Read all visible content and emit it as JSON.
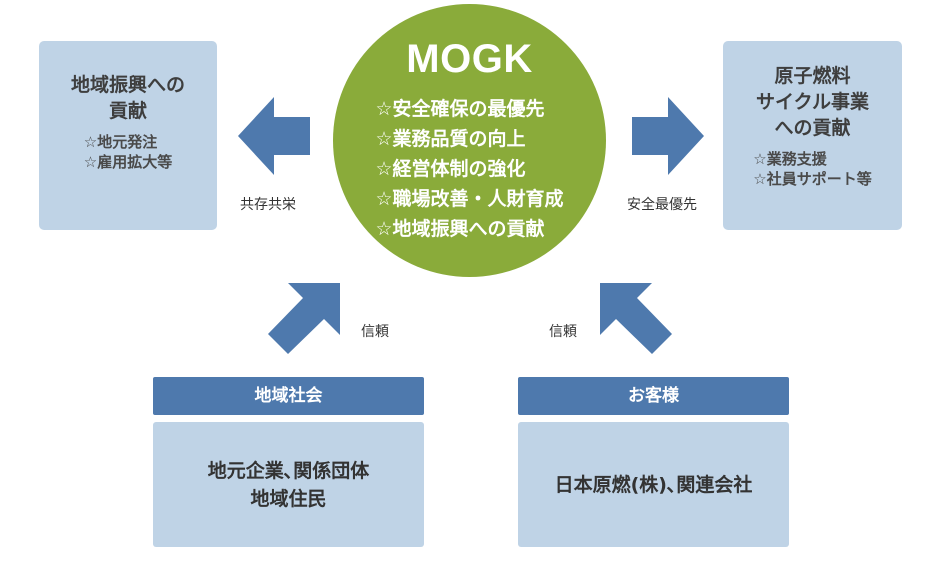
{
  "left_box": {
    "title_lines": [
      "地域振興への",
      "貢献"
    ],
    "items": [
      "☆地元発注",
      "☆雇用拡大等"
    ]
  },
  "right_box": {
    "title_lines": [
      "原子燃料",
      "サイクル事業",
      "への貢献"
    ],
    "items": [
      "☆業務支援",
      "☆社員サポート等"
    ]
  },
  "center": {
    "title": "MOGK",
    "items": [
      "☆安全確保の最優先",
      "☆業務品質の向上",
      "☆経営体制の強化",
      "☆職場改善・人財育成",
      "☆地域振興への貢献"
    ]
  },
  "labels": {
    "left_arrow": "共存共栄",
    "right_arrow": "安全最優先",
    "trust_left": "信頼",
    "trust_right": "信頼"
  },
  "community": {
    "header": "地域社会",
    "lines": [
      "地元企業､関係団体",
      "地域住民"
    ]
  },
  "customer": {
    "header": "お客様",
    "lines": [
      "日本原燃(株)､関連会社"
    ]
  },
  "colors": {
    "circle": "#8aab3a",
    "box": "#bfd3e6",
    "header": "#4e79ad",
    "arrow": "#4e79ad"
  }
}
